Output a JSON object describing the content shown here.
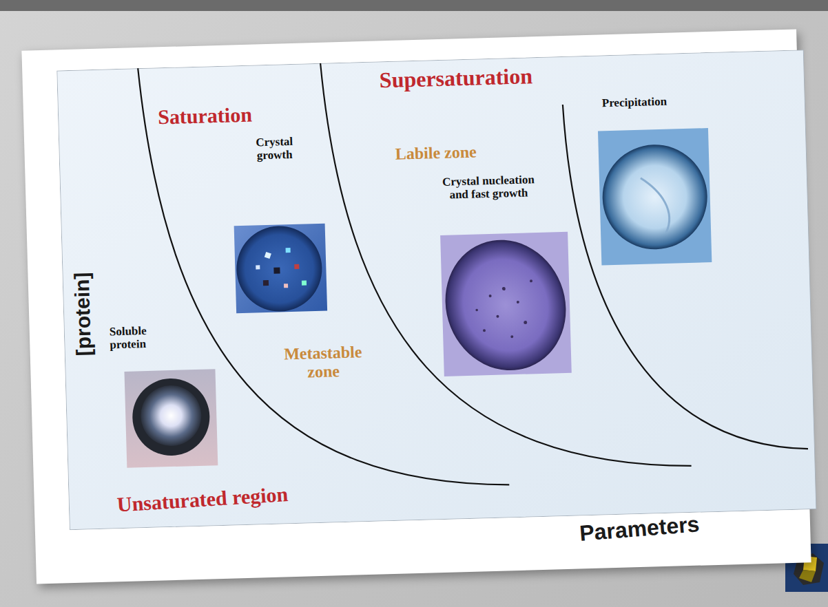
{
  "diagram": {
    "labels": [
      "Supersaturation",
      "Saturation",
      "Precipitation",
      "Labile zone",
      "Crystal growth",
      "Crystal nucleation and fast growth",
      "Soluble protein",
      "Metastable zone",
      "[protein]",
      "Unsaturated region",
      "Parameters"
    ]
  }
}
